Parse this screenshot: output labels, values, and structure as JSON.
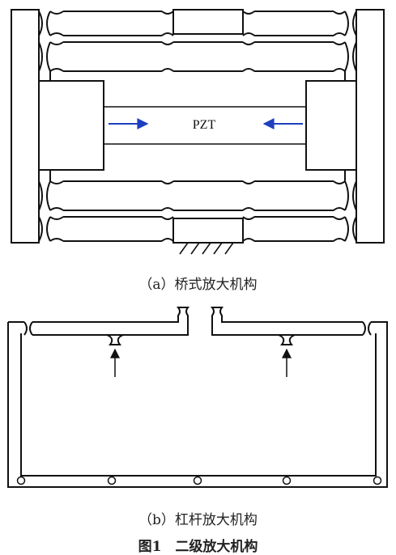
{
  "figure": {
    "subfigure_a": {
      "label": "PZT",
      "caption": "（a）桥式放大机构"
    },
    "subfigure_b": {
      "caption": "（b）杠杆放大机构"
    },
    "caption": "图1　二级放大机构",
    "colors": {
      "line": "#111111",
      "arrow": "#1f3fbf"
    }
  }
}
